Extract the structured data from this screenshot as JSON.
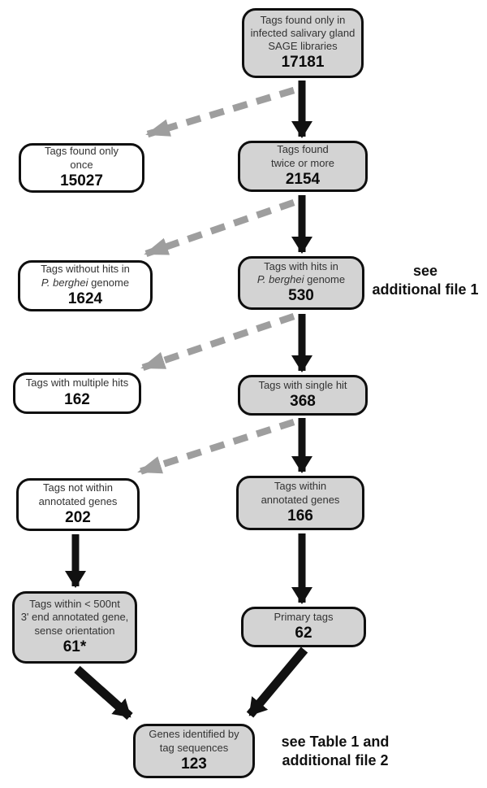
{
  "boxes": {
    "total": {
      "lines": [
        "Tags found only in",
        "infected salivary gland",
        "SAGE libraries"
      ],
      "value": "17181",
      "fill": "#d3d3d3"
    },
    "once": {
      "lines": [
        "Tags found only",
        "once"
      ],
      "value": "15027",
      "fill": "#ffffff"
    },
    "twice": {
      "lines": [
        "Tags found",
        "twice or more"
      ],
      "value": "2154",
      "fill": "#d3d3d3"
    },
    "no_hits": {
      "line1": "Tags without hits in",
      "species": "P. berghei",
      "line2_rest": " genome",
      "value": "1624",
      "fill": "#ffffff"
    },
    "hits": {
      "line1": "Tags with hits in",
      "species": "P. berghei",
      "line2_rest": " genome",
      "value": "530",
      "fill": "#d3d3d3"
    },
    "multiple": {
      "lines": [
        "Tags with multiple hits"
      ],
      "value": "162",
      "fill": "#ffffff"
    },
    "single": {
      "lines": [
        "Tags with single hit"
      ],
      "value": "368",
      "fill": "#d3d3d3"
    },
    "outside": {
      "lines": [
        "Tags not within",
        "annotated genes"
      ],
      "value": "202",
      "fill": "#ffffff"
    },
    "within": {
      "lines": [
        "Tags within",
        "annotated genes"
      ],
      "value": "166",
      "fill": "#d3d3d3"
    },
    "near3": {
      "lines": [
        "Tags within < 500nt",
        "3' end annotated gene,",
        "sense orientation"
      ],
      "value": "61*",
      "fill": "#d3d3d3"
    },
    "primary": {
      "lines": [
        "Primary tags"
      ],
      "value": "62",
      "fill": "#d3d3d3"
    },
    "genes": {
      "lines": [
        "Genes identified by",
        "tag sequences"
      ],
      "value": "123",
      "fill": "#d3d3d3"
    }
  },
  "notes": {
    "file1": {
      "lines": [
        "see",
        "additional file 1"
      ]
    },
    "table1": {
      "lines": [
        "see Table 1 and",
        "additional file 2"
      ]
    }
  },
  "colors": {
    "box_fill_gray": "#d3d3d3",
    "box_fill_white": "#ffffff",
    "box_border": "#0f0f0f",
    "solid_arrow": "#111111",
    "dashed_arrow": "#9e9e9e",
    "text": "#333333"
  }
}
